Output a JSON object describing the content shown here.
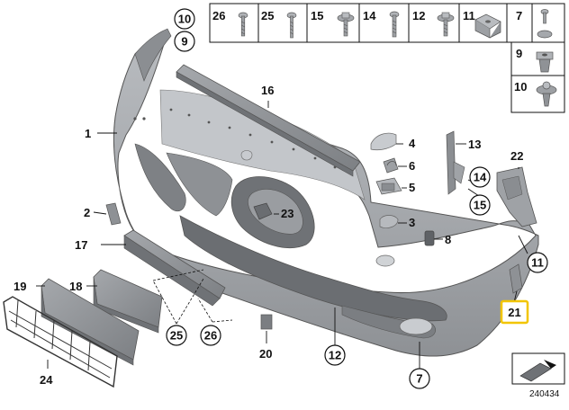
{
  "legend_header": {
    "items": [
      {
        "number": "26",
        "icon": "screw-icon"
      },
      {
        "number": "25",
        "icon": "screw-icon"
      },
      {
        "number": "15",
        "icon": "flange-screw-icon"
      },
      {
        "number": "14",
        "icon": "screw-icon"
      },
      {
        "number": "12",
        "icon": "flange-screw-icon"
      },
      {
        "number": "11",
        "icon": "clip-nut-icon"
      },
      {
        "number": "7",
        "icon": "screw-icon"
      }
    ],
    "side_items": [
      {
        "number": "9",
        "icon": "expanding-nut-icon"
      },
      {
        "number": "10",
        "icon": "expanding-rivet-icon"
      }
    ]
  },
  "callouts": {
    "c1": "1",
    "c2": "2",
    "c3": "3",
    "c4": "4",
    "c5": "5",
    "c6": "6",
    "c7": "7",
    "c8": "8",
    "c9": "9",
    "c10": "10",
    "c11": "11",
    "c12": "12",
    "c13": "13",
    "c14": "14",
    "c15": "15",
    "c16": "16",
    "c17": "17",
    "c18": "18",
    "c19": "19",
    "c20": "20",
    "c21": "21",
    "c22": "22",
    "c23": "23",
    "c24": "24",
    "c25": "25",
    "c26": "26"
  },
  "diagram_number": "240434",
  "colors": {
    "bumper": "#a9acb0",
    "part_gray": "#8f9296",
    "highlight_box": "#f2c500",
    "line": "#111111"
  }
}
